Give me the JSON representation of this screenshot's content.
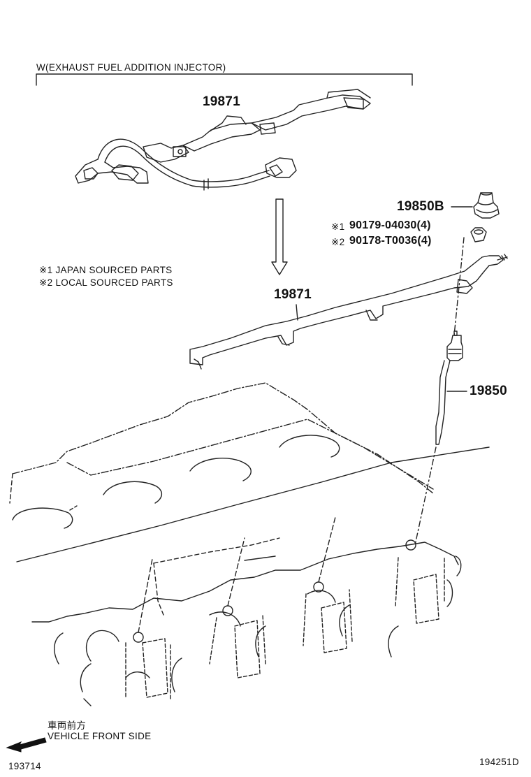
{
  "header_label": "W(EXHAUST FUEL ADDITION INJECTOR)",
  "parts": {
    "harness_upper": "19871",
    "harness_lower": "19871",
    "cap": "19850B",
    "nut1": "90179-04030(4)",
    "nut2": "90178-T0036(4)",
    "glow_plug": "19850"
  },
  "markers": {
    "m1": "※1",
    "m2": "※2"
  },
  "legend": {
    "line1": "※1 JAPAN SOURCED PARTS",
    "line2": "※2 LOCAL SOURCED PARTS"
  },
  "direction": {
    "jp": "車両前方",
    "en": "VEHICLE FRONT SIDE"
  },
  "codes": {
    "left": "193714",
    "right": "194251D"
  }
}
